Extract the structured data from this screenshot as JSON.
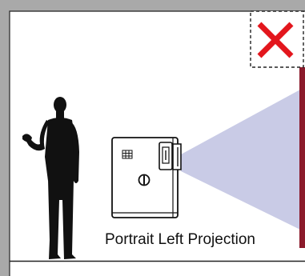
{
  "caption": "Portrait Left Projection",
  "status": "not-recommended",
  "icons": {
    "status_mark": "red-x-icon",
    "person": "person-silhouette-icon",
    "projector": "projector-icon",
    "beam": "projection-beam",
    "screen": "screen"
  },
  "colors": {
    "room_border": "#a9a9a9",
    "room_inner_line": "#222222",
    "mark": "#e3161d",
    "beam": "#c9cbe6",
    "screen": "#8b1a2b",
    "silhouette": "#111111"
  }
}
